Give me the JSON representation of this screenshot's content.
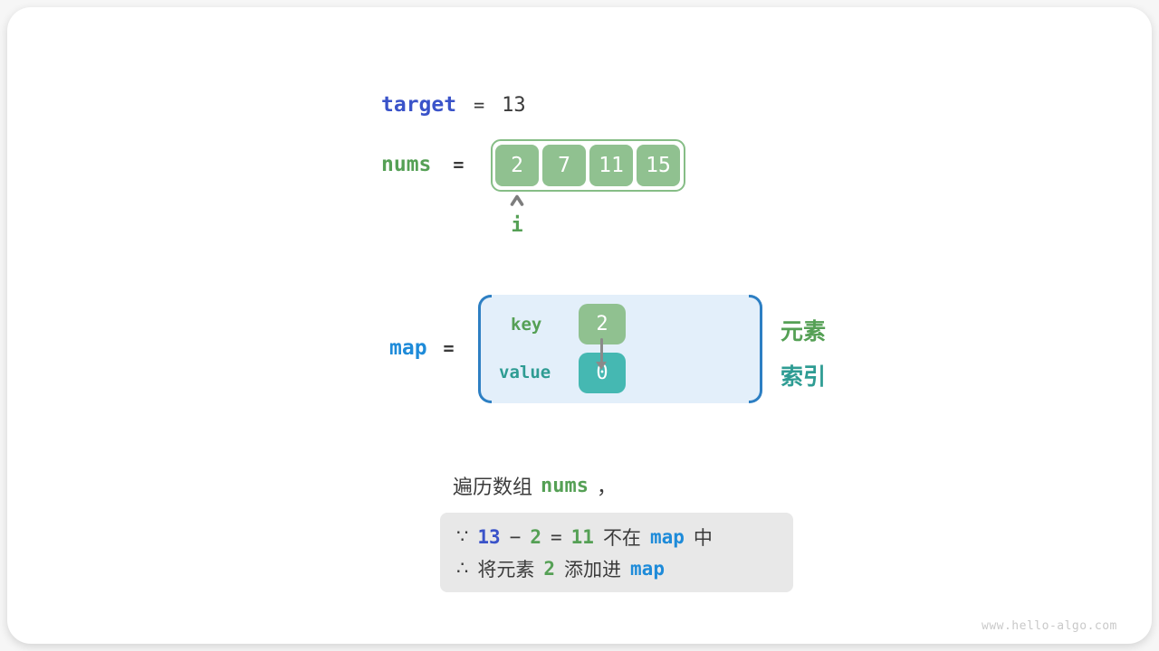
{
  "target_row": {
    "label": "target",
    "equals": "=",
    "value": "13"
  },
  "nums_row": {
    "label": "nums",
    "equals": "=",
    "cells": [
      "2",
      "7",
      "11",
      "15"
    ],
    "pointer": {
      "icon": "chevron-up-icon",
      "label": "i"
    }
  },
  "map_row": {
    "label": "map",
    "equals": "=",
    "key_label": "key",
    "value_label": "value",
    "key_cell": "2",
    "value_cell": "0",
    "arrow_icon": "arrow-down-icon",
    "element_label": "元素",
    "index_label": "索引"
  },
  "caption": {
    "text": "遍历数组",
    "code": "nums",
    "comma": "，"
  },
  "note": {
    "because": "∵",
    "therefore": "∴",
    "line1": {
      "target_value": "13",
      "minus": "−",
      "element": "2",
      "equals": "=",
      "difference": "11",
      "not_in": "不在",
      "map": "map",
      "suffix": "中"
    },
    "line2": {
      "prefix": "将元素",
      "element": "2",
      "middle": "添加进",
      "map": "map"
    }
  },
  "watermark": "www.hello-algo.com",
  "colors": {
    "royal_blue": "#3a53c9",
    "bright_blue": "#1e8bd9",
    "green_text": "#55a055",
    "teal_text": "#2e9c93",
    "cell_green": "#90c190",
    "cell_teal": "#45b8b2",
    "map_box_fill": "#e3effa",
    "bracket_blue": "#2d7fc3",
    "note_bg": "#e8e8e8",
    "dark_text": "#3b3b3b"
  }
}
